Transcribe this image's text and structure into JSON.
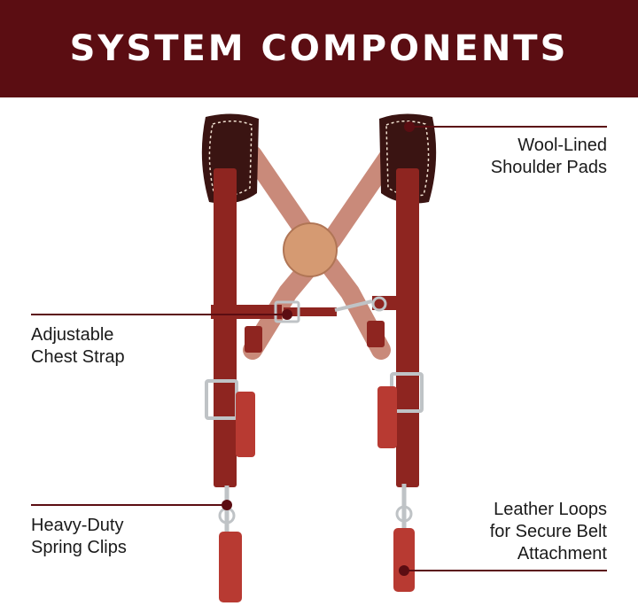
{
  "banner": {
    "title": "SYSTEM COMPONENTS"
  },
  "callouts": {
    "shoulder_pads": [
      "Wool-Lined",
      "Shoulder Pads"
    ],
    "chest_strap": [
      "Adjustable",
      "Chest Strap"
    ],
    "spring_clips": [
      "Heavy-Duty",
      "Spring Clips"
    ],
    "leather_loops": [
      "Leather Loops",
      "for Secure Belt",
      "Attachment"
    ]
  },
  "colors": {
    "banner": "#5b0d12",
    "leather": "#8e2520",
    "pad": "#3a1412",
    "back_strap": "#c98a7a",
    "callout_line": "#5b0d12"
  }
}
